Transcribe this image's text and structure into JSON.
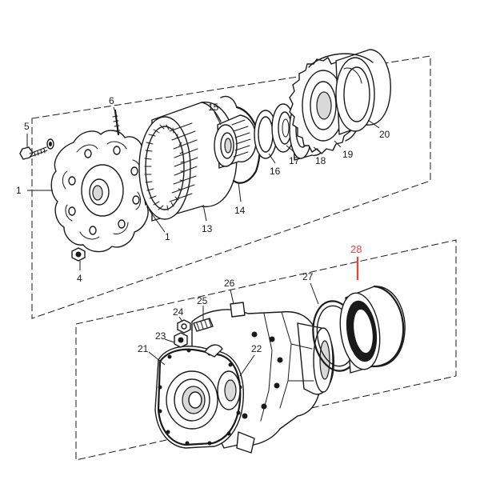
{
  "labels": {
    "l1a": "1",
    "l1b": "1",
    "l4": "4",
    "l5": "5",
    "l6": "6",
    "l13": "13",
    "l14": "14",
    "l15": "15",
    "l16": "16",
    "l17": "17",
    "l18": "18",
    "l19": "19",
    "l20": "20",
    "l21": "21",
    "l22": "22",
    "l23": "23",
    "l24": "24",
    "l25": "25",
    "l26": "26",
    "l27": "27",
    "l28": "28"
  },
  "colors": {
    "ink": "#1a1a1a",
    "highlight": "#e8453c",
    "background": "#ffffff"
  }
}
